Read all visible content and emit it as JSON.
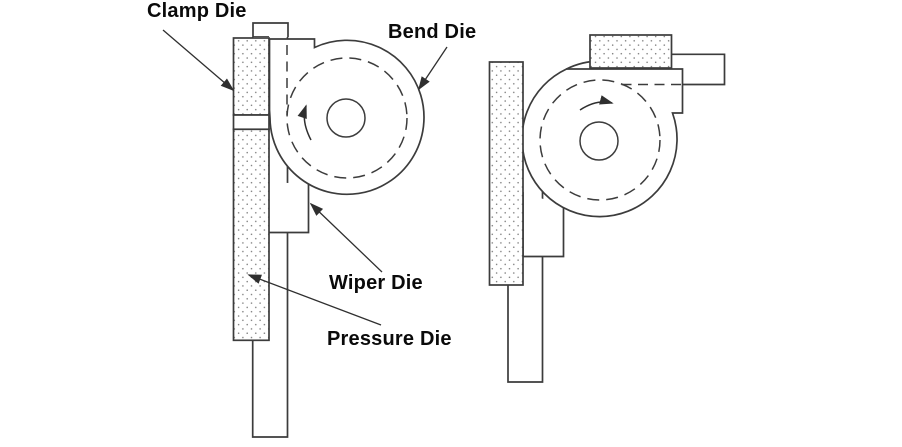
{
  "figure": {
    "background_color": "#ffffff",
    "line_color": "#3c3c3c",
    "label_color": "#0a0a0a",
    "stipple_dot_color": "#7a7a7a",
    "labels": {
      "clamp_die": "Clamp Die",
      "bend_die": "Bend Die",
      "wiper_die": "Wiper Die",
      "pressure_die": "Pressure Die"
    },
    "icons": {
      "left_rotation": "curved-arrow-up-icon",
      "right_rotation": "curved-arrow-right-icon"
    }
  }
}
